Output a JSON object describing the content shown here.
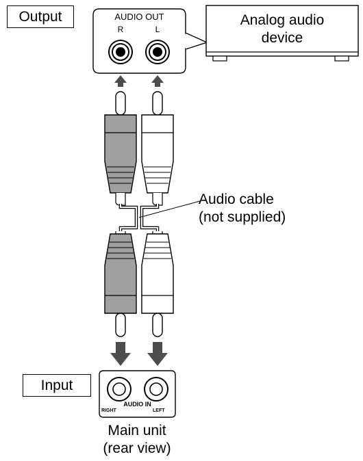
{
  "output_label": "Output",
  "input_label": "Input",
  "device": {
    "line1": "Analog audio",
    "line2": "device"
  },
  "output_jack": {
    "title": "AUDIO OUT",
    "right": "R",
    "left": "L"
  },
  "cable": {
    "line1": "Audio cable",
    "line2": "(not supplied)"
  },
  "input_jack": {
    "title": "AUDIO IN",
    "right": "RIGHT",
    "left": "LEFT"
  },
  "main_unit": {
    "line1": "Main unit",
    "line2": "(rear view)"
  },
  "colors": {
    "red_plug": "#a0a0a0",
    "white_plug": "#ffffff",
    "arrow": "#4d4d4d",
    "stroke": "#000000"
  }
}
